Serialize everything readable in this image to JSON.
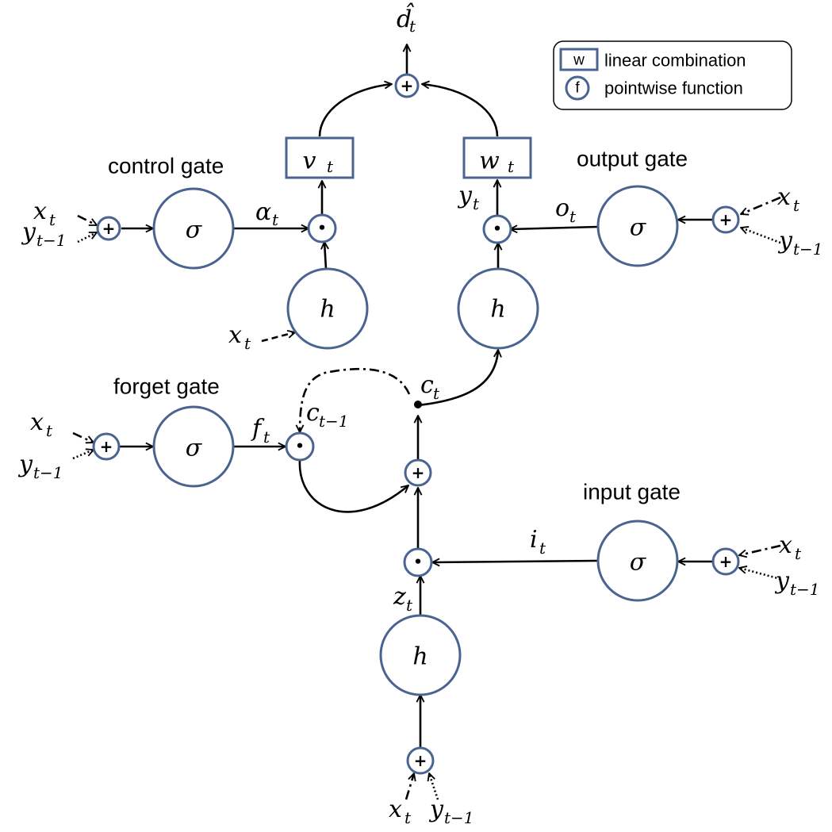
{
  "legend": {
    "box_symbol": "w",
    "box_label": "linear combination",
    "circle_symbol": "f",
    "circle_label": "pointwise function"
  },
  "gates": {
    "control": "control gate",
    "output": "output gate",
    "forget": "forget gate",
    "input": "input gate"
  },
  "ops": {
    "sigma": "σ",
    "h": "h",
    "plus": "+",
    "dot": "•"
  },
  "boxes": {
    "v": "v",
    "w": "w"
  },
  "labels": {
    "d_hat": "d̂",
    "x": "x",
    "y": "y",
    "alpha": "α",
    "o": "o",
    "f": "f",
    "i": "i",
    "z": "z",
    "c": "c",
    "sub_t": "t",
    "sub_t_minus_1": "t−1"
  }
}
